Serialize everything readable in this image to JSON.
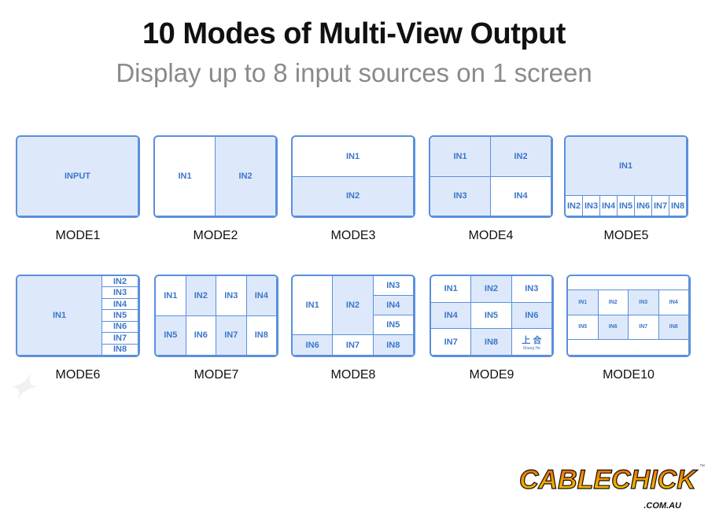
{
  "header": {
    "title": "10 Modes of Multi-View Output",
    "subtitle": "Display up to 8 input sources on 1 screen"
  },
  "modes": [
    {
      "label": "MODE1",
      "cells": [
        "INPUT"
      ]
    },
    {
      "label": "MODE2",
      "cells": [
        "IN1",
        "IN2"
      ]
    },
    {
      "label": "MODE3",
      "cells": [
        "IN1",
        "IN2"
      ]
    },
    {
      "label": "MODE4",
      "cells": [
        "IN1",
        "IN2",
        "IN3",
        "IN4"
      ]
    },
    {
      "label": "MODE5",
      "cells": [
        "IN1",
        "IN2",
        "IN3",
        "IN4",
        "IN5",
        "IN6",
        "IN7",
        "IN8"
      ]
    },
    {
      "label": "MODE6",
      "cells": [
        "IN1",
        "IN2",
        "IN3",
        "IN4",
        "IN5",
        "IN6",
        "IN7",
        "IN8"
      ]
    },
    {
      "label": "MODE7",
      "cells": [
        "IN1",
        "IN2",
        "IN3",
        "IN4",
        "IN5",
        "IN6",
        "IN7",
        "IN8"
      ]
    },
    {
      "label": "MODE8",
      "cells": [
        "IN1",
        "IN2",
        "IN3",
        "IN4",
        "IN5",
        "IN6",
        "IN7",
        "IN8"
      ]
    },
    {
      "label": "MODE9",
      "cells": [
        "IN1",
        "IN2",
        "IN3",
        "IN4",
        "IN5",
        "IN6",
        "IN7",
        "IN8",
        "上 合"
      ],
      "extra_caption": "Shang He"
    },
    {
      "label": "MODE10",
      "cells": [
        "",
        "IN1",
        "IN2",
        "IN3",
        "IN4",
        "IN5",
        "IN6",
        "IN7",
        "IN8",
        ""
      ]
    }
  ],
  "logo": {
    "name": "CABLECHICK",
    "domain": ".COM.AU",
    "tm": "™"
  },
  "colors": {
    "border": "#5a8fdc",
    "fill": "#dde9fb",
    "text": "#3d76c9"
  }
}
